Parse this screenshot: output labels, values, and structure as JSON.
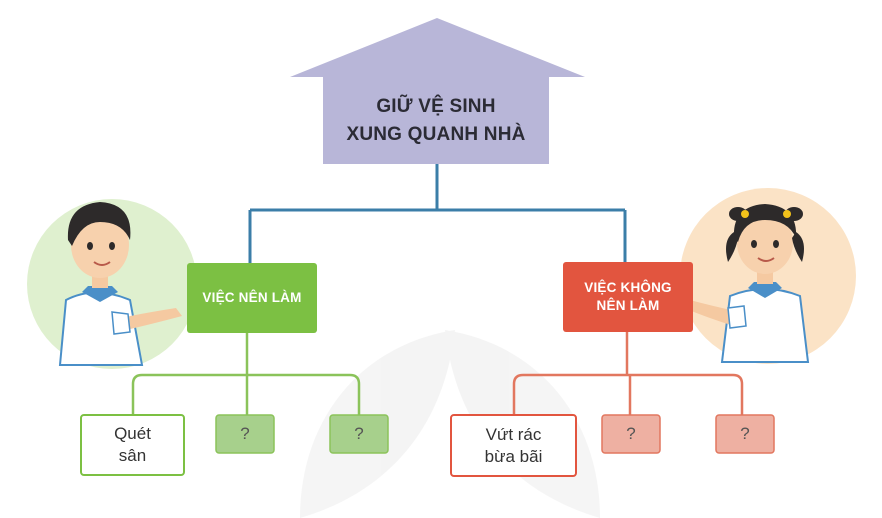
{
  "root": {
    "line1": "GIỮ VỆ SINH",
    "line2": "XUNG QUANH NHÀ"
  },
  "left_branch": {
    "label": "VIỆC NÊN LÀM",
    "items": [
      "Quét sân",
      "?",
      "?"
    ],
    "item0_lines": [
      "Quét",
      "sân"
    ]
  },
  "right_branch": {
    "label_line1": "VIỆC KHÔNG",
    "label_line2": "NÊN LÀM",
    "items": [
      "Vứt rác bừa bãi",
      "?",
      "?"
    ],
    "item0_lines": [
      "Vứt rác",
      "bừa bãi"
    ]
  },
  "colors": {
    "house": "#b8b6d8",
    "tree_line": "#3b7ea8",
    "good": "#7cc043",
    "good_light": "#a7d08c",
    "bad": "#e2553f",
    "bad_light": "#eeb0a2",
    "boy_circle": "#dff0cf",
    "girl_circle": "#fbe3c6"
  },
  "icons": [
    "boy-illustration",
    "girl-illustration",
    "leaf-watermark"
  ]
}
